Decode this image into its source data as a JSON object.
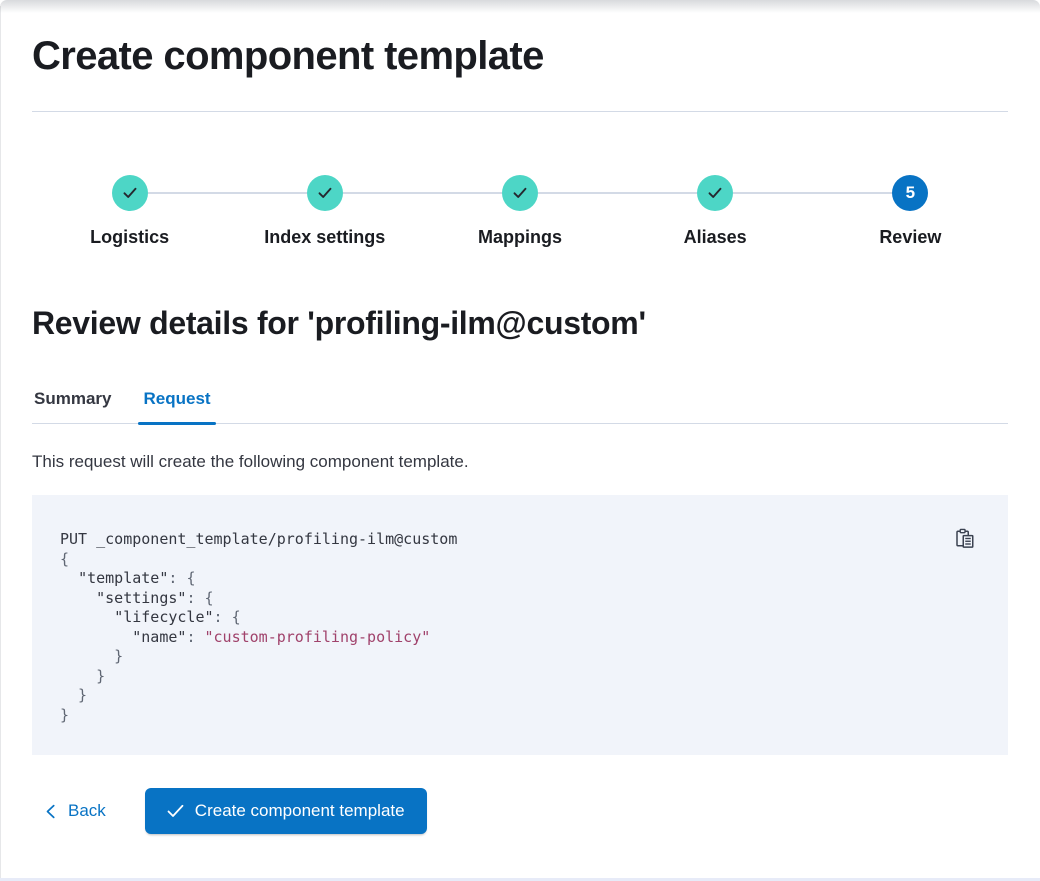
{
  "page": {
    "title": "Create component template"
  },
  "stepper": {
    "steps": [
      {
        "label": "Logistics",
        "status": "complete"
      },
      {
        "label": "Index settings",
        "status": "complete"
      },
      {
        "label": "Mappings",
        "status": "complete"
      },
      {
        "label": "Aliases",
        "status": "complete"
      },
      {
        "label": "Review",
        "status": "current",
        "number": "5"
      }
    ]
  },
  "review": {
    "heading": "Review details for 'profiling-ilm@custom'",
    "tabs": [
      {
        "label": "Summary",
        "active": false
      },
      {
        "label": "Request",
        "active": true
      }
    ],
    "description": "This request will create the following component template."
  },
  "code_block": {
    "copy_icon": "copy-clipboard-icon",
    "lines": [
      [
        {
          "text": "PUT _component_template/profiling-ilm@custom",
          "type": "plain"
        }
      ],
      [
        {
          "text": "{",
          "type": "punct"
        }
      ],
      [
        {
          "text": "  ",
          "type": "plain"
        },
        {
          "text": "\"template\"",
          "type": "key"
        },
        {
          "text": ": ",
          "type": "punct"
        },
        {
          "text": "{",
          "type": "punct"
        }
      ],
      [
        {
          "text": "    ",
          "type": "plain"
        },
        {
          "text": "\"settings\"",
          "type": "key"
        },
        {
          "text": ": ",
          "type": "punct"
        },
        {
          "text": "{",
          "type": "punct"
        }
      ],
      [
        {
          "text": "      ",
          "type": "plain"
        },
        {
          "text": "\"lifecycle\"",
          "type": "key"
        },
        {
          "text": ": ",
          "type": "punct"
        },
        {
          "text": "{",
          "type": "punct"
        }
      ],
      [
        {
          "text": "        ",
          "type": "plain"
        },
        {
          "text": "\"name\"",
          "type": "key"
        },
        {
          "text": ": ",
          "type": "punct"
        },
        {
          "text": "\"custom-profiling-policy\"",
          "type": "string"
        }
      ],
      [
        {
          "text": "      }",
          "type": "punct"
        }
      ],
      [
        {
          "text": "    }",
          "type": "punct"
        }
      ],
      [
        {
          "text": "  }",
          "type": "punct"
        }
      ],
      [
        {
          "text": "}",
          "type": "punct"
        }
      ]
    ]
  },
  "footer": {
    "back_label": "Back",
    "submit_label": "Create component template"
  },
  "colors": {
    "primary": "#0873C4",
    "step_complete": "#4DD6C6",
    "step_connector": "#D3DAE6",
    "code_background": "#F1F4FA",
    "code_string": "#A0426B",
    "heading_text": "#1a1c21",
    "body_text": "#343741",
    "divider": "#D3DAE6"
  }
}
